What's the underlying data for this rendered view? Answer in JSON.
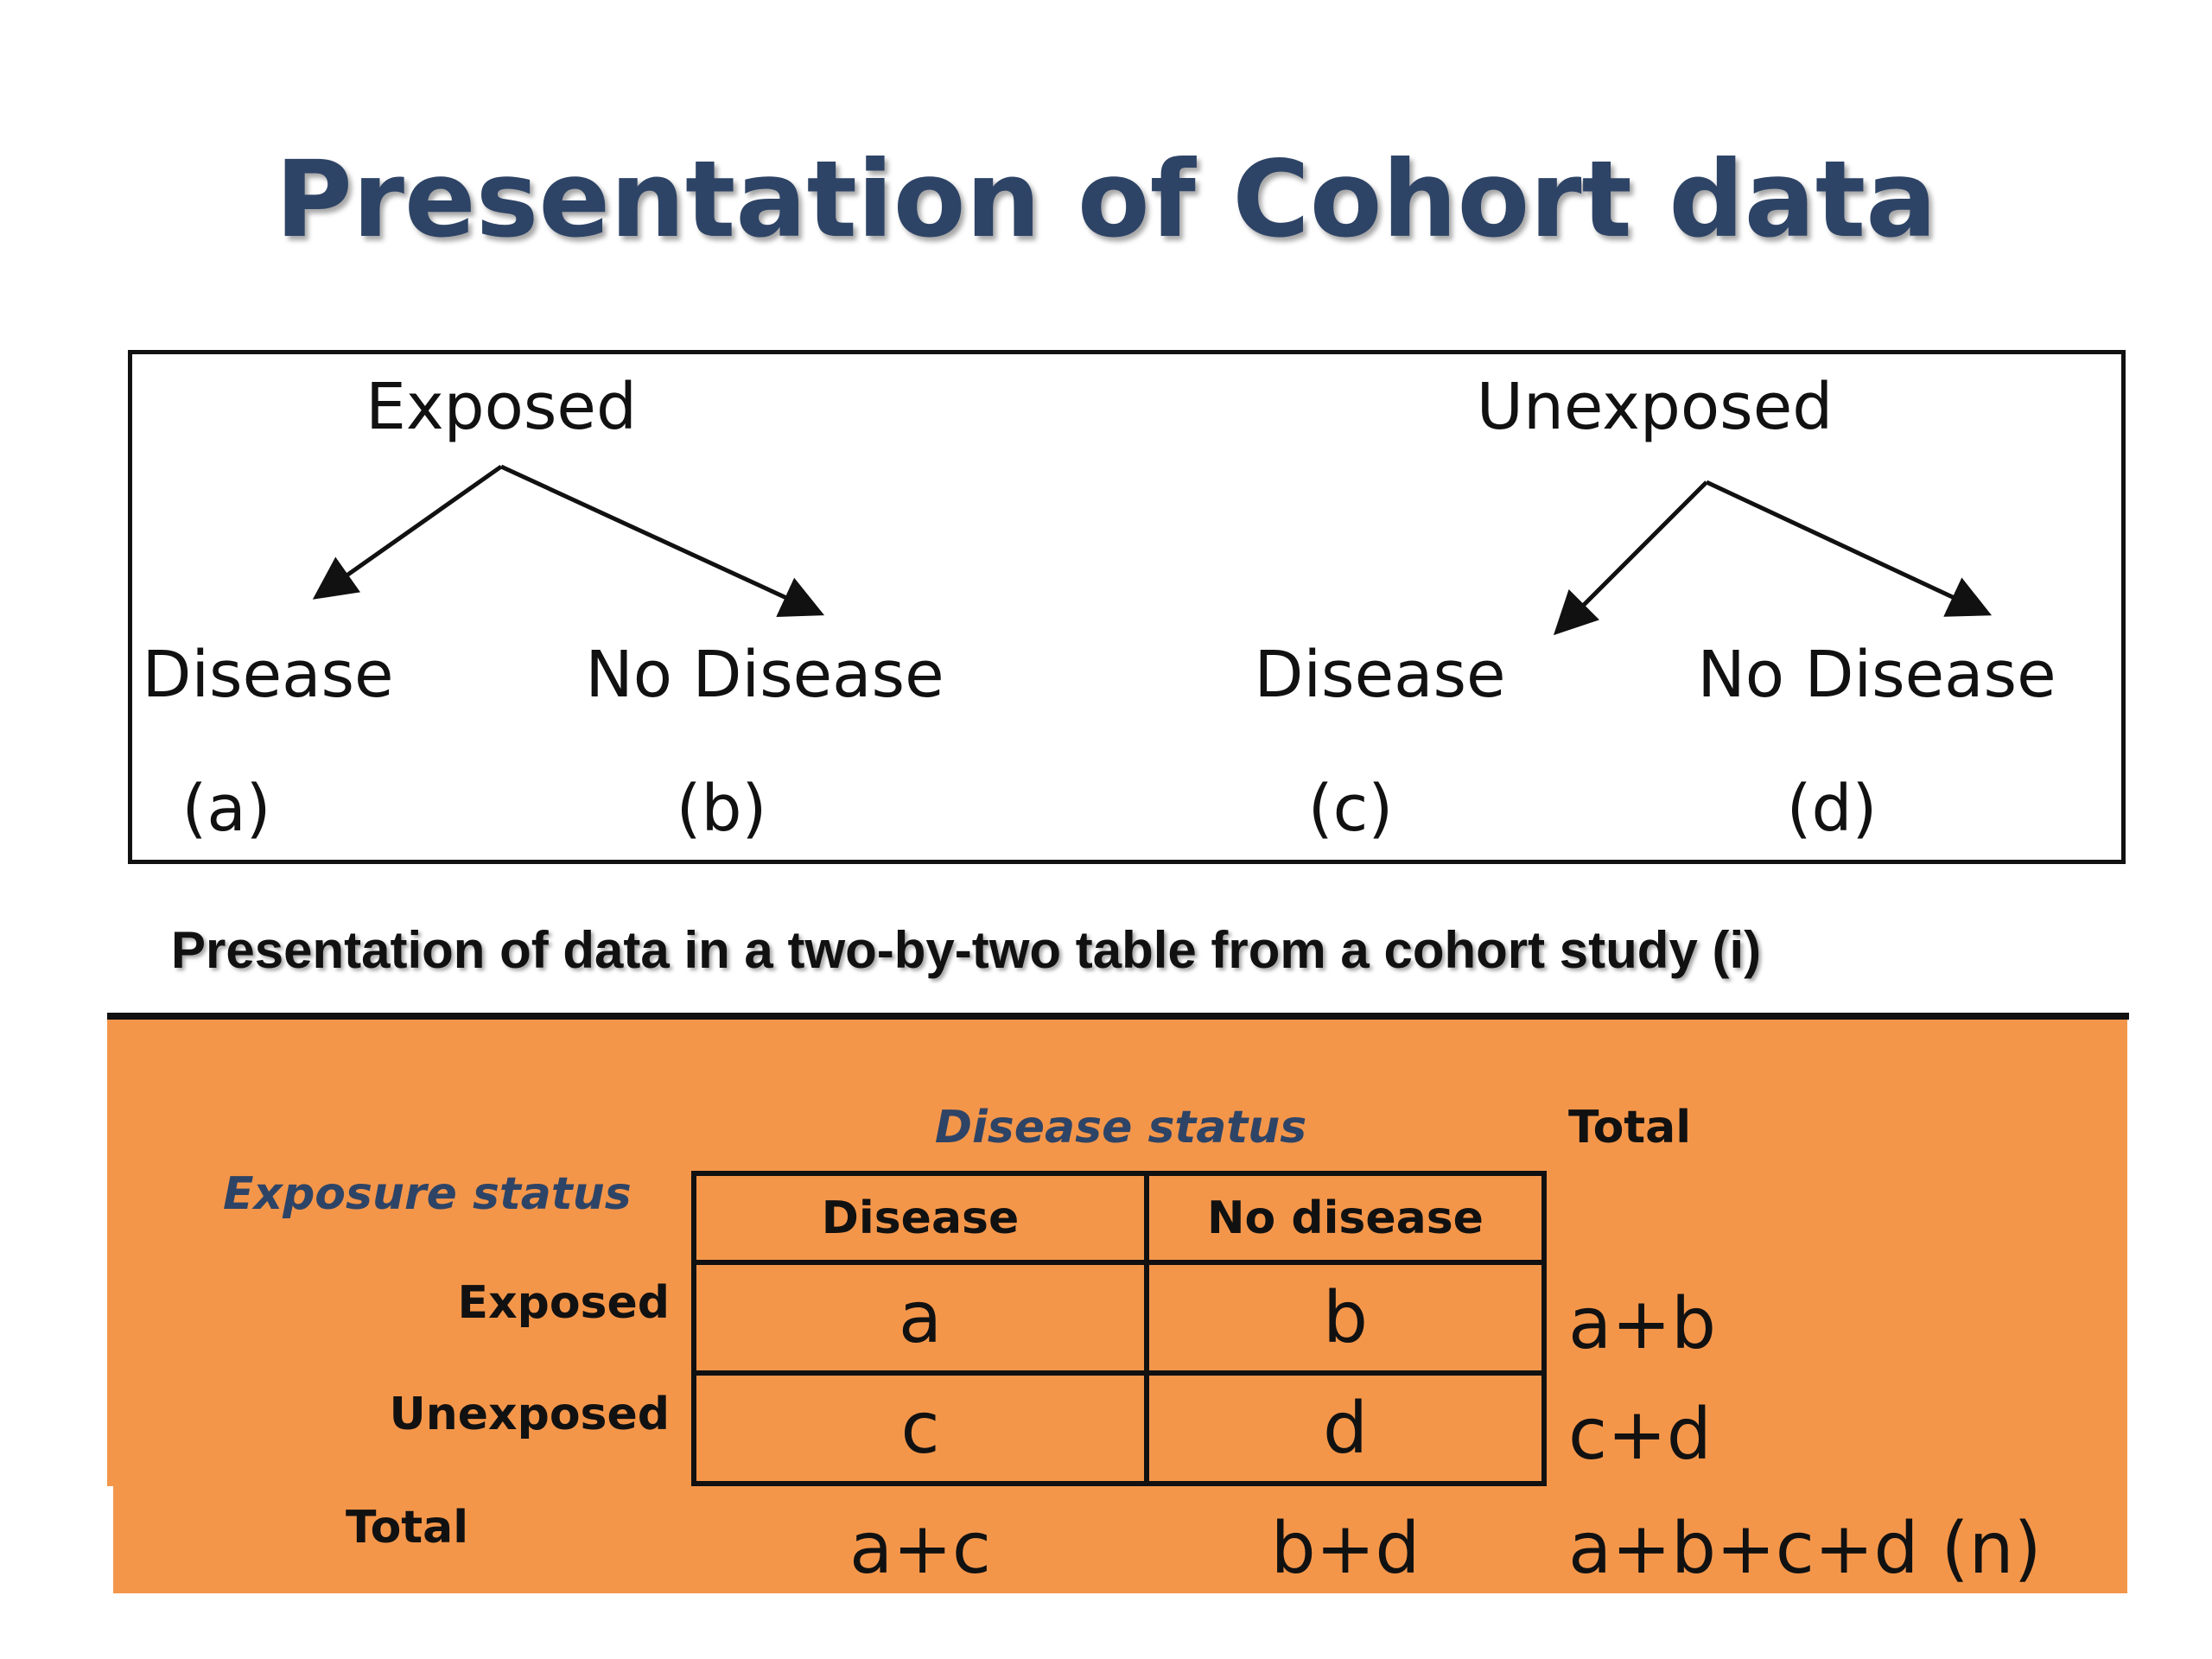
{
  "title": "Presentation of Cohort data",
  "tree": {
    "exposed": "Exposed",
    "unexposed": "Unexposed",
    "exposed_disease": "Disease",
    "exposed_no_disease": "No Disease",
    "unexposed_disease": "Disease",
    "unexposed_no_disease": "No Disease",
    "label_a": "(a)",
    "label_b": "(b)",
    "label_c": "(c)",
    "label_d": "(d)"
  },
  "subtitle": "Presentation of data in a two-by-two table from a cohort study  (i)",
  "table": {
    "disease_status": "Disease status",
    "exposure_status": "Exposure status",
    "total_header": "Total",
    "col_disease": "Disease",
    "col_no_disease": "No disease",
    "row_exposed": "Exposed",
    "row_unexposed": "Unexposed",
    "row_total": "Total",
    "cell_a": "a",
    "cell_b": "b",
    "cell_c": "c",
    "cell_d": "d",
    "total_ab": "a+b",
    "total_cd": "c+d",
    "total_ac": "a+c",
    "total_bd": "b+d",
    "total_all": "a+b+c+d (n)"
  },
  "colors": {
    "title": "#2e4466",
    "table_background": "#f4964a",
    "italic_heading": "#2e4466"
  }
}
